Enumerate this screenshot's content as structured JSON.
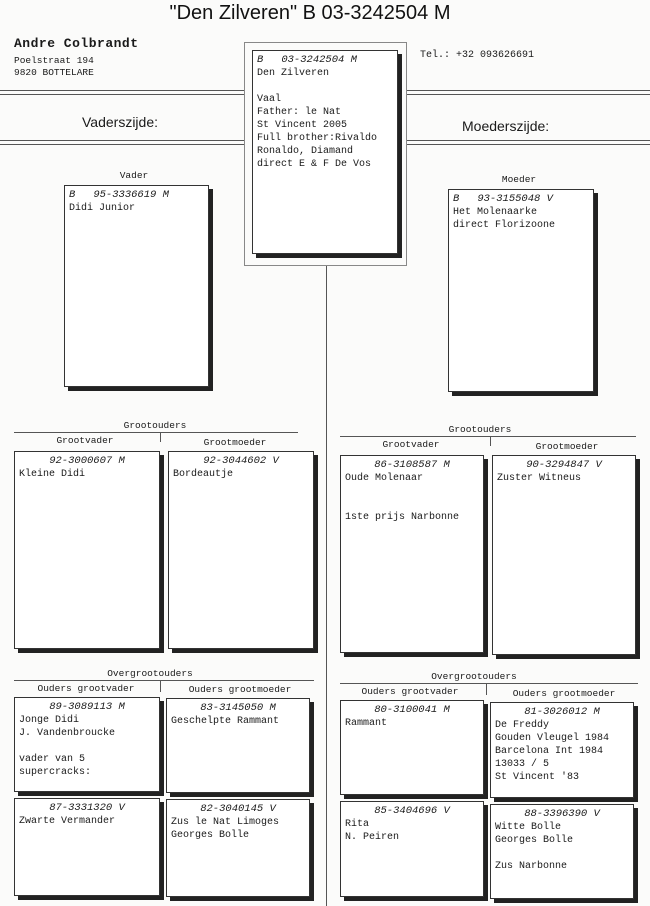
{
  "title": "\"Den Zilveren\"  B   03-3242504 M",
  "owner": {
    "name": "Andre Colbrandt",
    "street": "Poelstraat 194",
    "city": "9820  BOTTELARE",
    "tel": "Tel.: +32 093626691"
  },
  "labels": {
    "vaderszijde": "Vaderszijde:",
    "moederszijde": "Moederszijde:",
    "vader": "Vader",
    "moeder": "Moeder",
    "grootouders_left": "Grootouders",
    "grootouders_right": "Grootouders",
    "grootvader_left": "Grootvader",
    "grootmoeder_left": "Grootmoeder",
    "grootvader_right": "Grootvader",
    "grootmoeder_right": "Grootmoeder",
    "overgrootouders_left": "Overgrootouders",
    "overgrootouders_right": "Overgrootouders",
    "ouders_grootvader_left": "Ouders grootvader",
    "ouders_grootmoeder_left": "Ouders grootmoeder",
    "ouders_grootvader_right": "Ouders grootvader",
    "ouders_grootmoeder_right": "Ouders grootmoeder"
  },
  "subject": {
    "country": "B",
    "ring": "03-3242504 M",
    "lines": [
      "Den Zilveren",
      "",
      "Vaal",
      "Father: le Nat",
      "St Vincent 2005",
      "Full brother:Rivaldo",
      "Ronaldo, Diamand",
      "direct E & F De Vos"
    ]
  },
  "father": {
    "country": "B",
    "ring": "95-3336619 M",
    "lines": [
      "Didi Junior"
    ]
  },
  "mother": {
    "country": "B",
    "ring": "93-3155048 V",
    "lines": [
      "Het Molenaarke",
      "direct Florizoone"
    ]
  },
  "grandparents": {
    "ff": {
      "ring": "92-3000607 M",
      "lines": [
        "Kleine Didi"
      ]
    },
    "fm": {
      "ring": "92-3044602 V",
      "lines": [
        "Bordeautje"
      ]
    },
    "mf": {
      "ring": "86-3108587 M",
      "lines": [
        "Oude Molenaar",
        "",
        "",
        "1ste prijs Narbonne"
      ]
    },
    "mm": {
      "ring": "90-3294847 V",
      "lines": [
        "Zuster Witneus"
      ]
    }
  },
  "great_grandparents": {
    "fff": {
      "ring": "89-3089113 M",
      "lines": [
        "Jonge Didi",
        "J. Vandenbroucke",
        "",
        "vader van 5",
        "supercracks:"
      ]
    },
    "fmf": {
      "ring": "83-3145050 M",
      "lines": [
        "Geschelpte Rammant"
      ]
    },
    "mff": {
      "ring": "80-3100041 M",
      "lines": [
        "Rammant"
      ]
    },
    "mmf": {
      "ring": "81-3026012 M",
      "lines": [
        "De Freddy",
        "Gouden Vleugel 1984",
        "Barcelona Int 1984",
        "13033 / 5",
        "St Vincent '83"
      ]
    },
    "ffm": {
      "ring": "87-3331320 V",
      "lines": [
        "Zwarte Vermander"
      ]
    },
    "fmm": {
      "ring": "82-3040145 V",
      "lines": [
        "Zus le Nat Limoges",
        "Georges Bolle"
      ]
    },
    "mfm": {
      "ring": "85-3404696 V",
      "lines": [
        "Rita",
        "N. Peiren"
      ]
    },
    "mmm": {
      "ring": "88-3396390 V",
      "lines": [
        "Witte Bolle",
        "Georges Bolle",
        "",
        "Zus Narbonne"
      ]
    }
  }
}
